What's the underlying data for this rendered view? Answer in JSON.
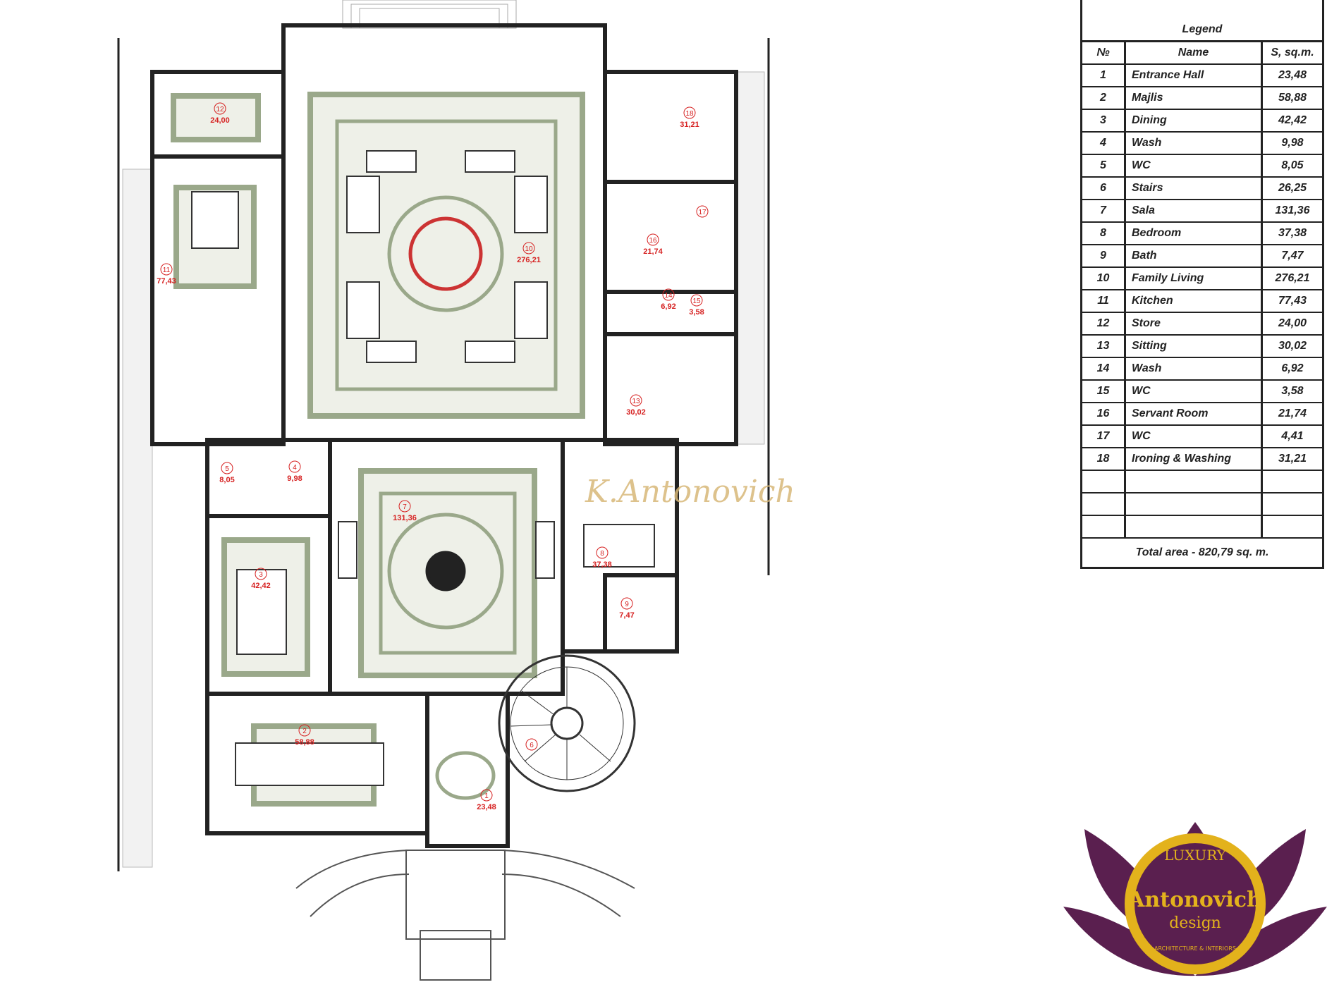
{
  "legend": {
    "title": "Legend",
    "headers": {
      "no": "№",
      "name": "Name",
      "area": "S, sq.m."
    },
    "rows": [
      {
        "no": "1",
        "name": "Entrance Hall",
        "area": "23,48"
      },
      {
        "no": "2",
        "name": "Majlis",
        "area": "58,88"
      },
      {
        "no": "3",
        "name": "Dining",
        "area": "42,42"
      },
      {
        "no": "4",
        "name": "Wash",
        "area": "9,98"
      },
      {
        "no": "5",
        "name": "WC",
        "area": "8,05"
      },
      {
        "no": "6",
        "name": "Stairs",
        "area": "26,25"
      },
      {
        "no": "7",
        "name": "Sala",
        "area": "131,36"
      },
      {
        "no": "8",
        "name": "Bedroom",
        "area": "37,38"
      },
      {
        "no": "9",
        "name": "Bath",
        "area": "7,47"
      },
      {
        "no": "10",
        "name": "Family Living",
        "area": "276,21"
      },
      {
        "no": "11",
        "name": "Kitchen",
        "area": "77,43"
      },
      {
        "no": "12",
        "name": "Store",
        "area": "24,00"
      },
      {
        "no": "13",
        "name": "Sitting",
        "area": "30,02"
      },
      {
        "no": "14",
        "name": "Wash",
        "area": "6,92"
      },
      {
        "no": "15",
        "name": "WC",
        "area": "3,58"
      },
      {
        "no": "16",
        "name": "Servant Room",
        "area": "21,74"
      },
      {
        "no": "17",
        "name": "WC",
        "area": "4,41"
      },
      {
        "no": "18",
        "name": "Ironing & Washing",
        "area": "31,21"
      }
    ],
    "empty_rows": 3,
    "total": "Total area   - 820,79 sq. m."
  },
  "plan": {
    "rooms": [
      {
        "num": "12",
        "area": "24,00"
      },
      {
        "num": "11",
        "area": "77,43"
      },
      {
        "num": "10",
        "area": "276,21"
      },
      {
        "num": "18",
        "area": "31,21"
      },
      {
        "num": "16",
        "area": "21,74"
      },
      {
        "num": "17",
        "area": ""
      },
      {
        "num": "14",
        "area": "6,92"
      },
      {
        "num": "15",
        "area": "3,58"
      },
      {
        "num": "13",
        "area": "30,02"
      },
      {
        "num": "5",
        "area": "8,05"
      },
      {
        "num": "4",
        "area": "9,98"
      },
      {
        "num": "7",
        "area": "131,36"
      },
      {
        "num": "3",
        "area": "42,42"
      },
      {
        "num": "8",
        "area": "37,38"
      },
      {
        "num": "9",
        "area": "7,47"
      },
      {
        "num": "2",
        "area": "58,88"
      },
      {
        "num": "1",
        "area": "23,48"
      },
      {
        "num": "6",
        "area": ""
      }
    ],
    "watermark": "K.Antonovich"
  },
  "logo": {
    "top": "LUXURY",
    "name": "Antonovich",
    "sub": "design",
    "ring": "ARCHITECTURE & INTERIORS"
  },
  "colors": {
    "wall": "#222222",
    "carpet": "#9aa88a",
    "label": "#d62020",
    "logo_purple": "#5a1f4f",
    "logo_gold": "#e3b21c"
  }
}
